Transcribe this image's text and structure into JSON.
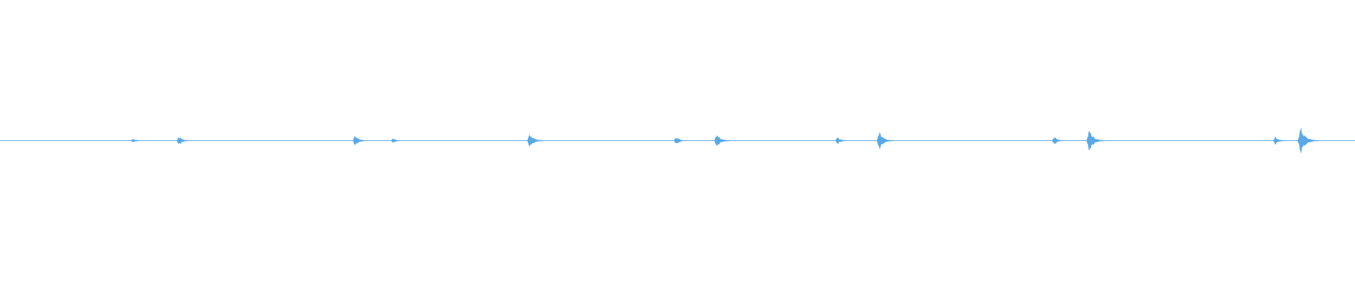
{
  "waveform": {
    "color": "#5aa9e6",
    "background": "#ffffff",
    "baseline_level": 0,
    "peak_level_max": 0.06,
    "bursts": [
      {
        "t": 0.098,
        "amp": 0.008
      },
      {
        "t": 0.132,
        "amp": 0.018
      },
      {
        "t": 0.262,
        "amp": 0.022
      },
      {
        "t": 0.29,
        "amp": 0.009
      },
      {
        "t": 0.391,
        "amp": 0.03
      },
      {
        "t": 0.499,
        "amp": 0.016
      },
      {
        "t": 0.529,
        "amp": 0.03
      },
      {
        "t": 0.618,
        "amp": 0.016
      },
      {
        "t": 0.649,
        "amp": 0.032
      },
      {
        "t": 0.778,
        "amp": 0.016
      },
      {
        "t": 0.804,
        "amp": 0.042
      },
      {
        "t": 0.941,
        "amp": 0.016
      },
      {
        "t": 0.96,
        "amp": 0.05
      }
    ]
  }
}
